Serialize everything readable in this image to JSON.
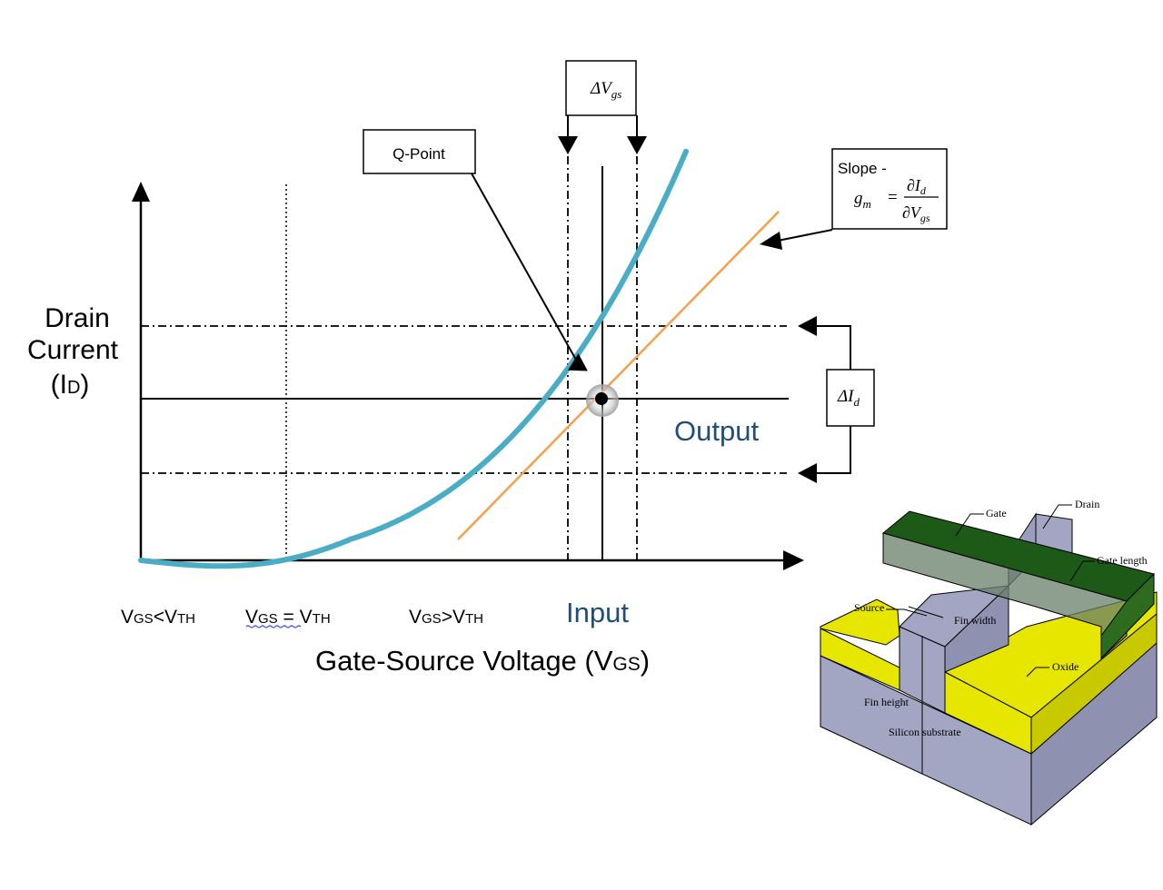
{
  "colors": {
    "curve": "#4bacc6",
    "tangent": "#f4a04c",
    "output_text": "#1f4e79",
    "fin_dark_green": "#1e5a17",
    "oxide_yellow": "#e6e600",
    "substrate": "#a3a6c3"
  },
  "axes": {
    "y_label_line1": "Drain",
    "y_label_line2": "Current",
    "y_label_line3_pre": "(I",
    "y_label_line3_sub": "D",
    "y_label_line3_post": ")",
    "x_label_pre": "Gate-Source Voltage (V",
    "x_label_sub": "GS",
    "x_label_post": ")"
  },
  "regions": {
    "r1": {
      "v": "V",
      "sub1": "GS",
      "op": "<V",
      "sub2": "TH"
    },
    "r2": {
      "v": "V",
      "sub1": "GS",
      "op": " = V",
      "sub2": "TH"
    },
    "r3": {
      "v": "V",
      "sub1": "GS",
      "op": ">V",
      "sub2": "TH"
    }
  },
  "annotations": {
    "q_point": "Q-Point",
    "delta_vgs": "ΔV",
    "delta_vgs_sub": "gs",
    "delta_id": "ΔI",
    "delta_id_sub": "d",
    "slope_title": "Slope -",
    "slope_g": "g",
    "slope_g_sub": "m",
    "slope_eq": "=",
    "slope_num": "∂I",
    "slope_num_sub": "d",
    "slope_den": "∂V",
    "slope_den_sub": "gs",
    "output": "Output",
    "input": "Input"
  },
  "finfet": {
    "gate": "Gate",
    "drain": "Drain",
    "gate_length": "Gate length",
    "source": "Source",
    "fin_width": "Fin width",
    "oxide": "Oxide",
    "fin_height": "Fin height",
    "silicon_substrate": "Silicon substrate"
  }
}
